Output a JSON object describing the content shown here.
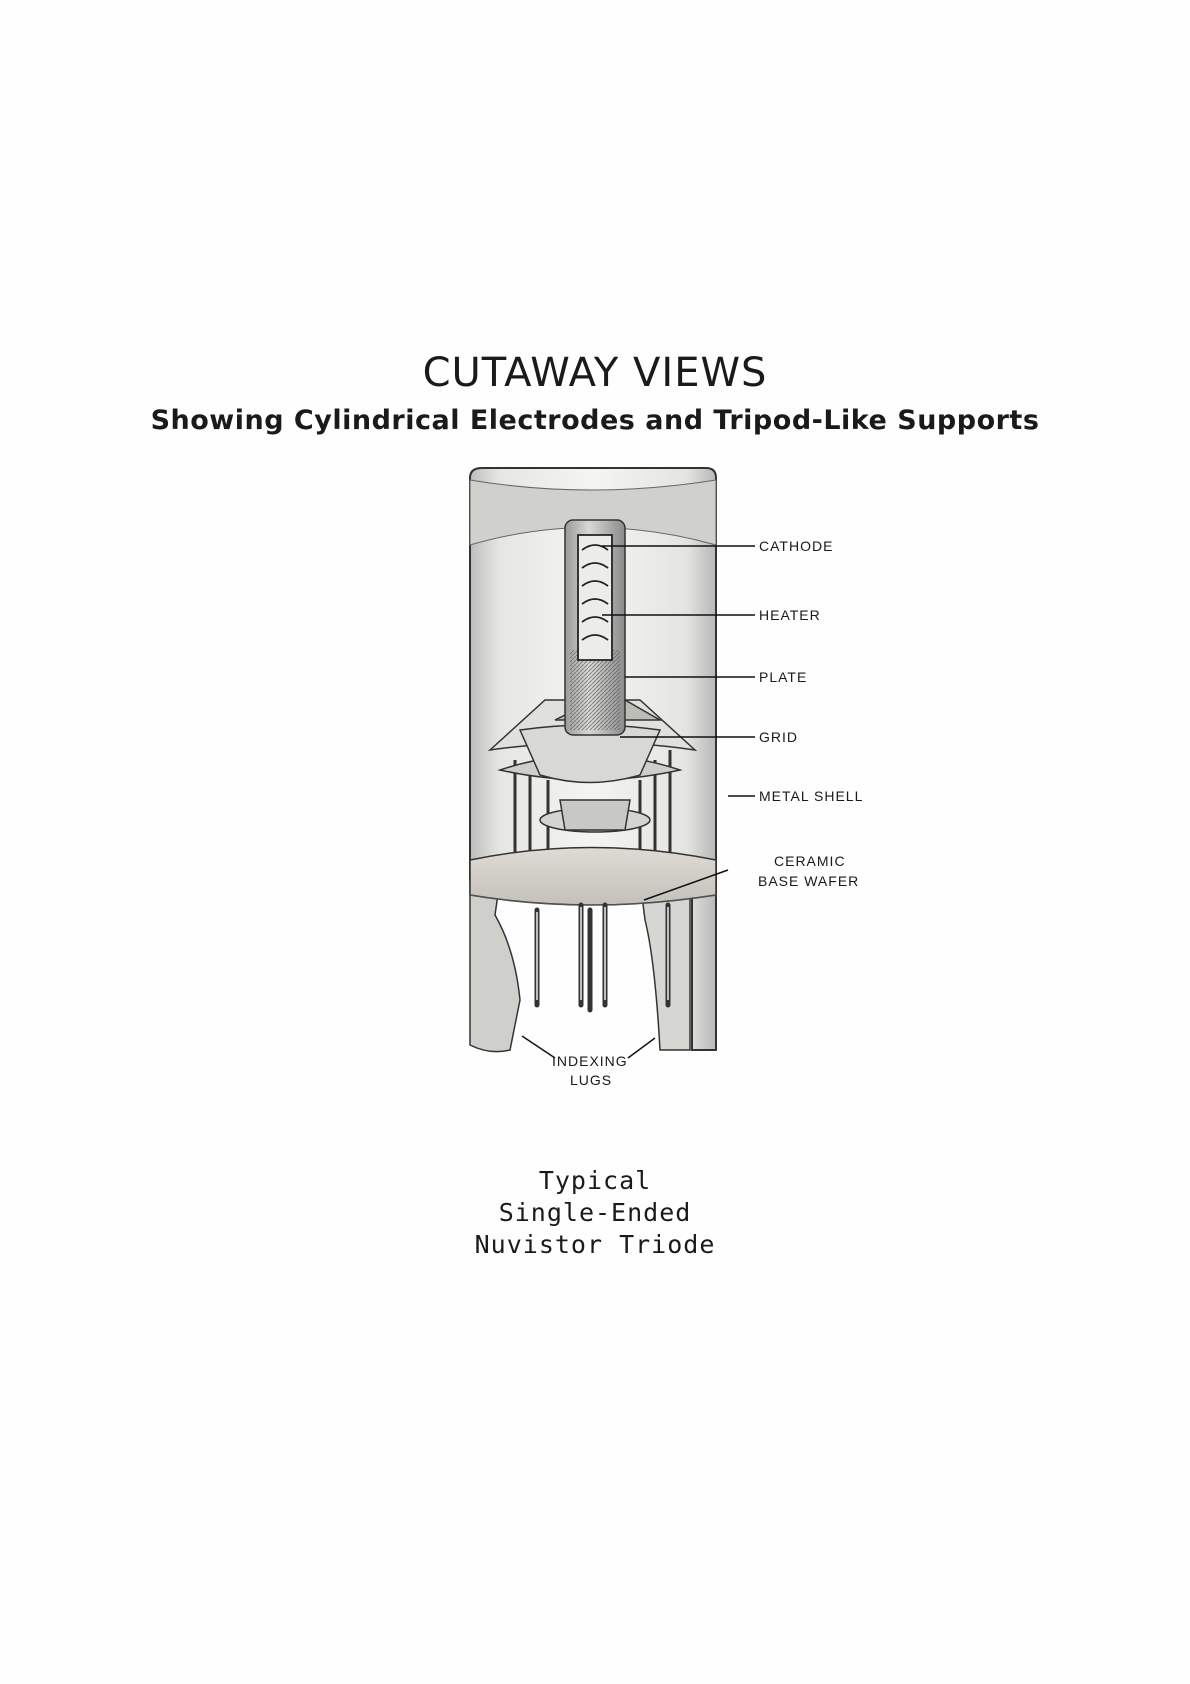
{
  "title": "CUTAWAY VIEWS",
  "subtitle": "Showing Cylindrical Electrodes and Tripod-Like Supports",
  "labels": {
    "cathode": "CATHODE",
    "heater": "HEATER",
    "plate": "PLATE",
    "grid": "GRID",
    "metal_shell": "METAL SHELL",
    "ceramic_line1": "CERAMIC",
    "ceramic_line2": "BASE WAFER",
    "indexing_line1": "INDEXING",
    "indexing_line2": "LUGS"
  },
  "caption": {
    "line1": "Typical",
    "line2": "Single-Ended",
    "line3": "Nuvistor Triode"
  }
}
